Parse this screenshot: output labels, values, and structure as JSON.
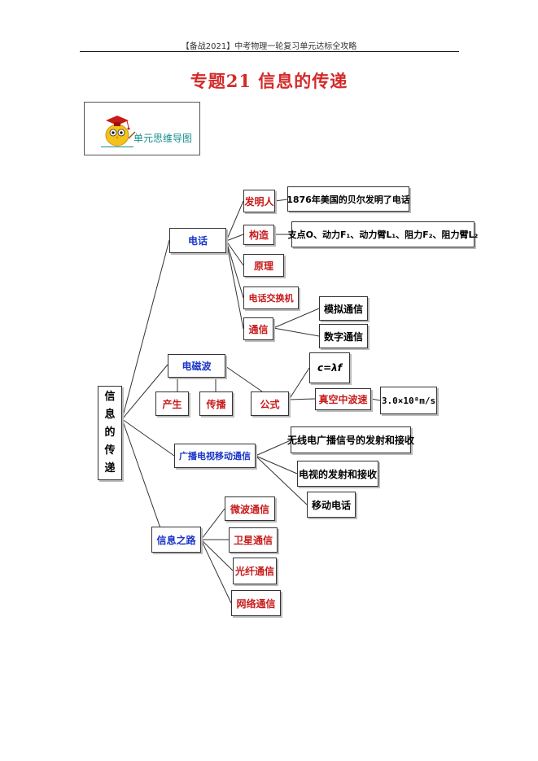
{
  "header": "【备战2021】中考物理一轮复习单元达标全攻略",
  "title": "专题21 信息的传递",
  "logo": {
    "label": "单元思维导图",
    "icon": "owl-graduate-icon"
  },
  "mindmap": {
    "root": [
      "信",
      "息",
      "的",
      "传",
      "递"
    ],
    "phone": {
      "label": "电话",
      "inventor": "发明人",
      "inventor_detail": "1876年美国的贝尔发明了电话",
      "structure": "构造",
      "structure_detail": "支点O、动力F₁、动力臂L₁、阻力F₂、阻力臂L₂",
      "principle": "原理",
      "exchange": "电话交换机",
      "comm": "通信",
      "analog": "模拟通信",
      "digital": "数字通信"
    },
    "em": {
      "label": "电磁波",
      "produce": "产生",
      "propagate": "传播",
      "formula": "公式",
      "formula_expr": "c=λf",
      "vacuum_speed": "真空中波速",
      "speed_value": "3.0×10⁸m/s"
    },
    "broadcast": {
      "label": "广播电视移动通信",
      "radio": "无线电广播信号的发射和接收",
      "tv": "电视的发射和接收",
      "mobile": "移动电话"
    },
    "info_road": {
      "label": "信息之路",
      "microwave": "微波通信",
      "satellite": "卫星通信",
      "fiber": "光纤通信",
      "network": "网络通信"
    }
  }
}
